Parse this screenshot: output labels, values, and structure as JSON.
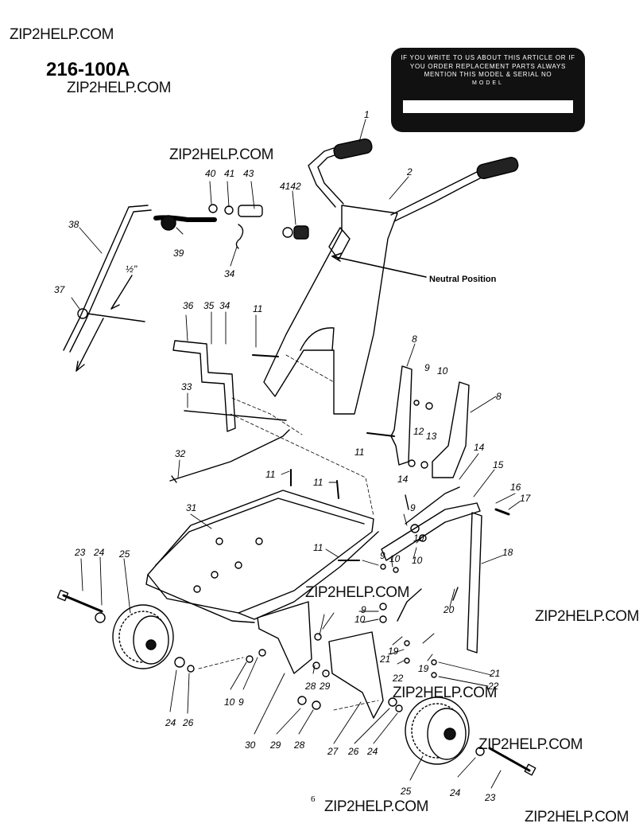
{
  "model_number": "216-100A",
  "watermark": "ZIP2HELP.COM",
  "info_plate": {
    "text": "IF YOU WRITE TO US ABOUT THIS ARTICLE OR IF YOU ORDER REPLACEMENT PARTS ALWAYS MENTION THIS MODEL & SERIAL NO",
    "model_label": "MODEL"
  },
  "neutral_position_label": "Neutral Position",
  "half_inch_label": "½\"",
  "page_number": "6",
  "callouts": [
    "1",
    "2",
    "8",
    "9",
    "10",
    "8",
    "12",
    "13",
    "14",
    "15",
    "16",
    "17",
    "18",
    "14",
    "11",
    "9",
    "10",
    "9",
    "10",
    "10",
    "9",
    "10",
    "20",
    "19",
    "21",
    "22",
    "21",
    "22",
    "19",
    "11",
    "11",
    "11",
    "31",
    "32",
    "33",
    "36",
    "35",
    "34",
    "11",
    "38",
    "37",
    "40",
    "41",
    "43",
    "4142",
    "39",
    "34",
    "23",
    "24",
    "25",
    "24",
    "26",
    "30",
    "29",
    "28",
    "10",
    "9",
    "28",
    "29",
    "27",
    "26",
    "24",
    "25",
    "24",
    "23"
  ]
}
